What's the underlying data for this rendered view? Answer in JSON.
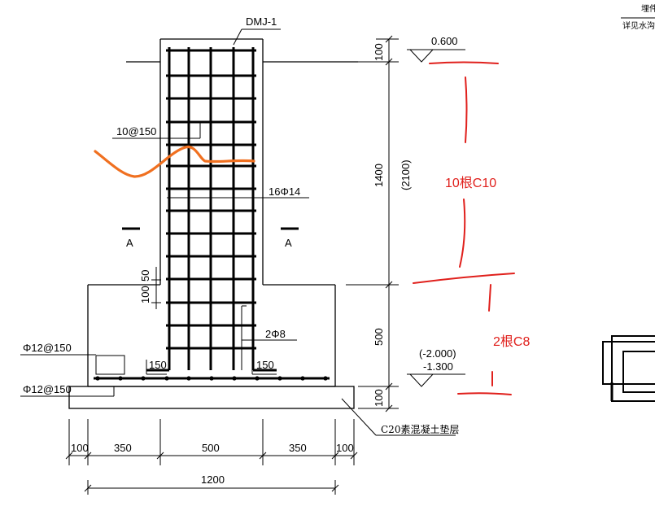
{
  "drawing": {
    "component_tag": "DMJ-1",
    "top_note_line1": "埋件",
    "top_note_line2": "详见水沟",
    "elevations": {
      "top": "0.600",
      "bottom_bracket": "(-2.000)",
      "bottom": "-1.300"
    },
    "rebar_labels": {
      "stirrup": "10@150",
      "vertical": "16Φ14",
      "extra_bars": "2Φ8",
      "base_top_mesh": "Φ12@150",
      "base_bottom_mesh": "Φ12@150"
    },
    "section_marks": [
      "A",
      "A"
    ],
    "pour_note": "C20素混凝土垫层",
    "dims_vertical": [
      "100",
      "1400",
      "(2100)",
      "500",
      "100"
    ],
    "dims_small": [
      "100",
      "50"
    ],
    "dims_anchor": [
      "150",
      "150"
    ],
    "dims_horizontal": [
      "100",
      "350",
      "500",
      "350",
      "100"
    ],
    "dim_total": "1200"
  },
  "annotations": {
    "color": "#e0201c",
    "stroke_color": "#f07020",
    "text_1": "10根C10",
    "text_2": "2根C8"
  }
}
